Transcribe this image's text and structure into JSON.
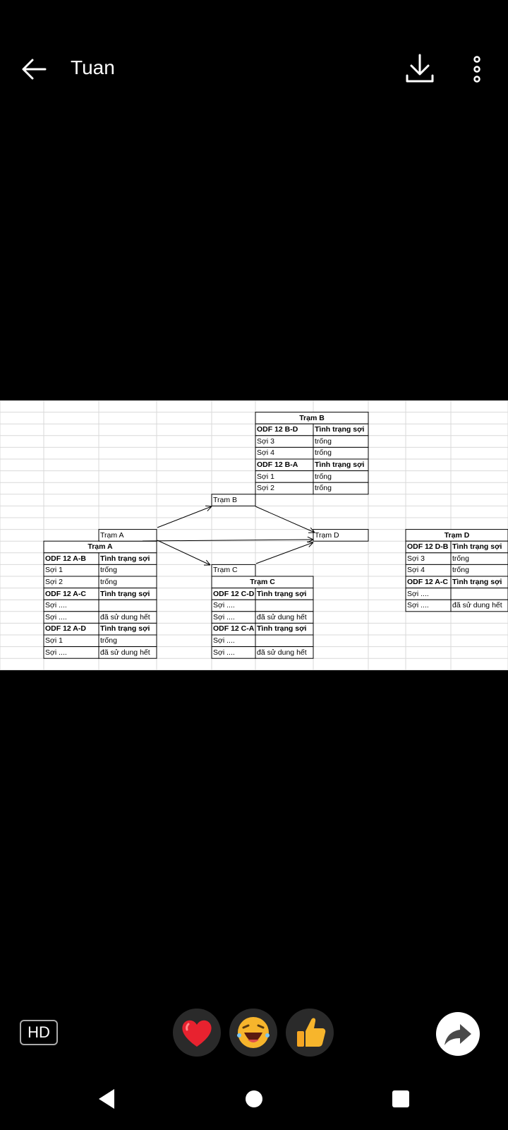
{
  "header": {
    "title": "Tuan",
    "back_icon": "arrow-left-icon",
    "download_icon": "download-icon",
    "more_icon": "more-vertical-icon"
  },
  "sheet": {
    "node_labels": {
      "a": "Trạm A",
      "b": "Trạm B",
      "c": "Trạm C",
      "d": "Trạm D"
    },
    "tables": {
      "b": {
        "title": "Trạm B",
        "rows": [
          [
            "ODF 12 B-D",
            "Tình trạng sợi"
          ],
          [
            "Sợi 3",
            "trống"
          ],
          [
            "Sợi 4",
            "trống"
          ],
          [
            "ODF 12 B-A",
            "Tình trạng sợi"
          ],
          [
            "Sợi 1",
            "trống"
          ],
          [
            "Sợi 2",
            "trống"
          ]
        ]
      },
      "a": {
        "title": "Trạm A",
        "rows": [
          [
            "ODF 12 A-B",
            "Tình trạng sợi"
          ],
          [
            "Sợi 1",
            "trống"
          ],
          [
            "Sợi 2",
            "trống"
          ],
          [
            "ODF 12 A-C",
            "Tình trạng sợi"
          ],
          [
            "Sợi ....",
            ""
          ],
          [
            "Sợi ....",
            "đã sử dung hết"
          ],
          [
            "ODF 12 A-D",
            "Tình trạng sợi"
          ],
          [
            "Sợi 1",
            "trống"
          ],
          [
            "Sợi ....",
            "đã sử dung hết"
          ]
        ]
      },
      "c": {
        "title": "Trạm C",
        "rows": [
          [
            "ODF 12 C-D",
            "Tình trạng sợi"
          ],
          [
            "Sợi ....",
            ""
          ],
          [
            "Sợi ....",
            "đã sử dung hết"
          ],
          [
            "ODF 12 C-A",
            "Tình trạng sợi"
          ],
          [
            "Sợi ....",
            ""
          ],
          [
            "Sợi ....",
            "đã sử dung hết"
          ]
        ]
      },
      "d": {
        "title": "Trạm D",
        "rows": [
          [
            "ODF 12 D-B",
            "Tình trạng sợi"
          ],
          [
            "Sợi 3",
            "trống"
          ],
          [
            "Sợi 4",
            "trống"
          ],
          [
            "ODF 12 A-C",
            "Tình trạng sợi"
          ],
          [
            "Sợi ....",
            ""
          ],
          [
            "Sợi ....",
            "đã sử dung hết"
          ]
        ]
      }
    }
  },
  "footer": {
    "hd_label": "HD",
    "reactions": [
      "heart-reaction-icon",
      "laugh-reaction-icon",
      "thumbs-up-reaction-icon"
    ],
    "share_icon": "share-icon"
  },
  "navbar": {
    "back": "nav-back-icon",
    "home": "nav-home-icon",
    "recents": "nav-recents-icon"
  }
}
